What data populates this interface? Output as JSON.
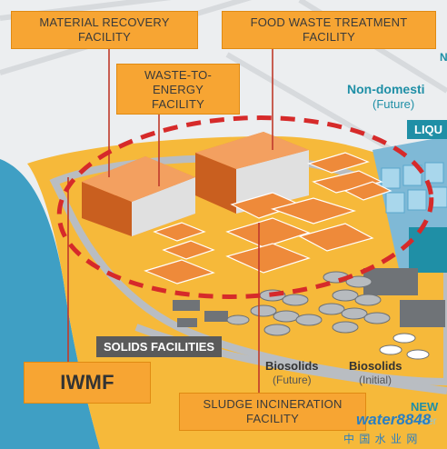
{
  "callouts": {
    "material_recovery": [
      "MATERIAL RECOVERY",
      "FACILITY"
    ],
    "food_waste": [
      "FOOD WASTE TREATMENT",
      "FACILITY"
    ],
    "waste_to_energy": [
      "WASTE-TO-",
      "ENERGY",
      "FACILITY"
    ],
    "sludge": [
      "SLUDGE INCINERATION",
      "FACILITY"
    ],
    "iwmf": "IWMF"
  },
  "labels": {
    "non_domestic": "Non-domesti",
    "non_domestic_future": "(Future)",
    "liquid": "LIQU",
    "solids_facilities": "SOLIDS FACILITIES",
    "biosolids_future_1": "Biosolids",
    "biosolids_future_2": "(Future)",
    "biosolids_initial_1": "Biosolids",
    "biosolids_initial_2": "(Initial)",
    "new": "NEW",
    "n_fragment": "N",
    "ater_fragment": "ater"
  },
  "watermark": {
    "brand": "water8848",
    "cn": "中 国 水 业 网"
  },
  "colors": {
    "callout_fill": "#f7a533",
    "land": "#f6b93a",
    "water": "#3f9fc4",
    "building_orange": "#ee8a3a",
    "dashed_ring": "#d62a2a",
    "teal_tag": "#1f8fa6"
  }
}
